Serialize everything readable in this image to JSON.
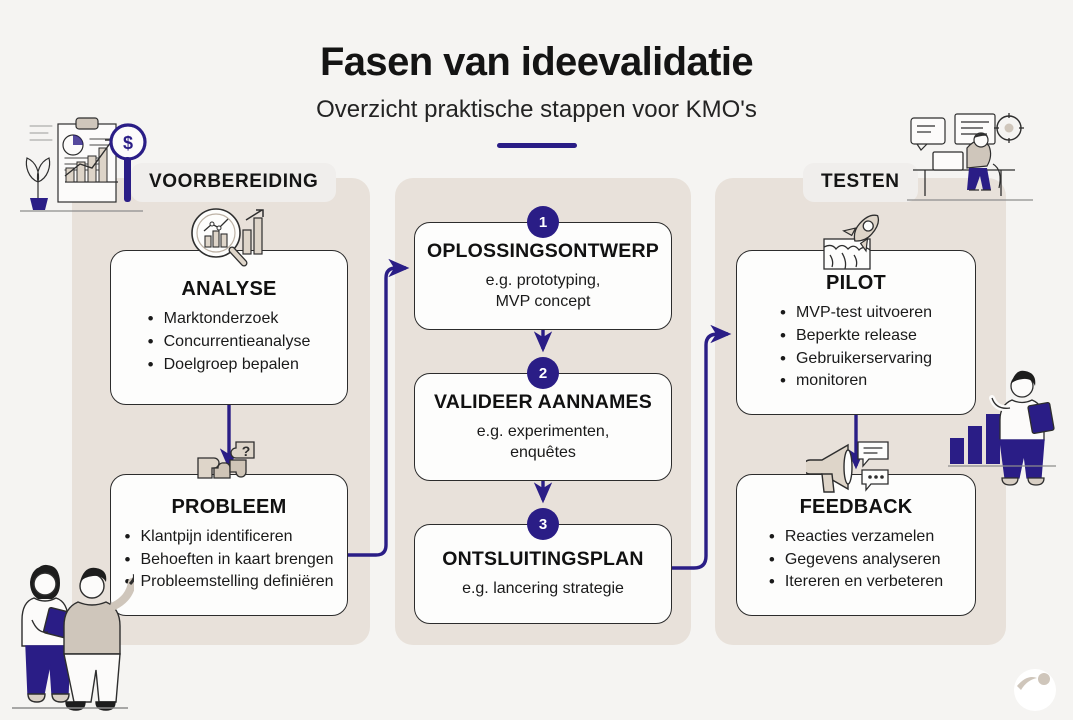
{
  "header": {
    "title": "Fasen van ideevalidatie",
    "subtitle": "Overzicht praktische stappen voor KMO's"
  },
  "colors": {
    "accent": "#2a1d86",
    "panel": "#e8e1da",
    "background": "#f5f4f2",
    "card": "#fdfdfc",
    "pill": "#f0eeec",
    "card_border": "#2c2c2c"
  },
  "phases": [
    {
      "id": "voorbereiding",
      "label": "VOORBEREIDING"
    },
    {
      "id": "testen",
      "label": "TESTEN"
    }
  ],
  "cards": {
    "analyse": {
      "icon": "magnifier-chart-icon",
      "title": "ANALYSE",
      "items": [
        "Marktonderzoek",
        "Concurrentieanalyse",
        "Doelgroep bepalen"
      ]
    },
    "probleem": {
      "icon": "puzzle-question-icon",
      "title": "PROBLEEM",
      "items": [
        "Klantpijn identificeren",
        "Behoeften in kaart brengen",
        "Probleemstelling definiëren"
      ]
    },
    "solution": {
      "step": "1",
      "title": "OPLOSSINGSONTWERP",
      "subtitle": "e.g. prototyping,\nMVP concept"
    },
    "validate": {
      "step": "2",
      "title": "VALIDEER AANNAMES",
      "subtitle": "e.g. experimenten,\nenquêtes"
    },
    "plan": {
      "step": "3",
      "title": "ONTSLUITINGSPLAN",
      "subtitle": "e.g. lancering strategie"
    },
    "pilot": {
      "icon": "rocket-launch-icon",
      "title": "PILOT",
      "items": [
        "MVP-test uitvoeren",
        "Beperkte release",
        "Gebruikerservaring",
        "monitoren"
      ]
    },
    "feedback": {
      "icon": "megaphone-chat-icon",
      "title": "FEEDBACK",
      "items": [
        "Reacties verzamelen",
        "Gegevens analyseren",
        "Itereren en verbeteren"
      ]
    }
  },
  "decorations": [
    {
      "name": "clipboard-analytics-illustration"
    },
    {
      "name": "person-at-desk-illustration"
    },
    {
      "name": "two-people-presenting-illustration"
    },
    {
      "name": "woman-with-chart-illustration"
    },
    {
      "name": "brand-logo"
    }
  ]
}
